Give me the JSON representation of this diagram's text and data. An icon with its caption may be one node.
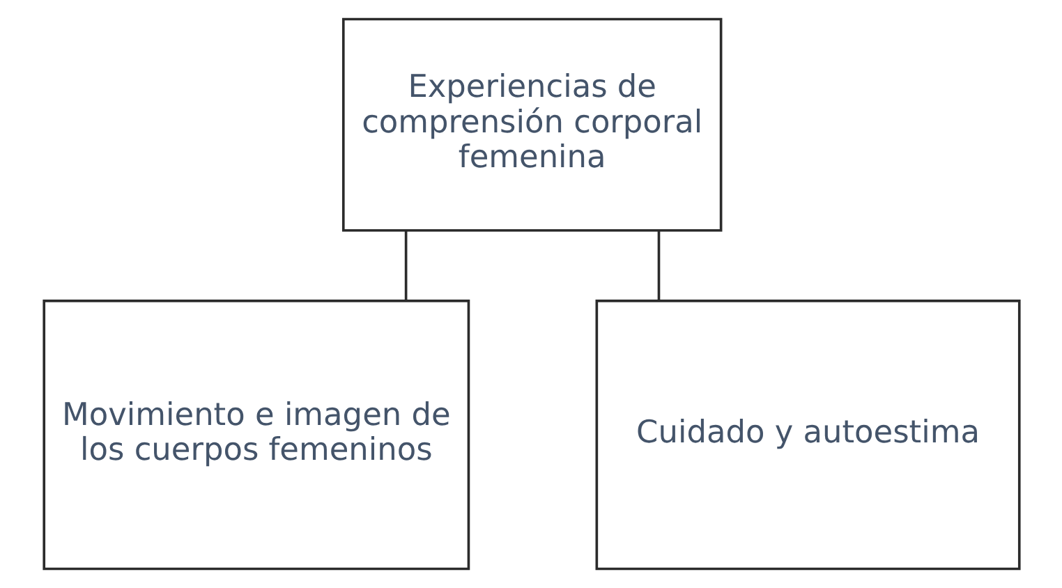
{
  "diagram": {
    "nodes": [
      {
        "text": [
          "Experiencias de comprensión corporal femenina"
        ]
      },
      {
        "text": [
          "Movimiento e imagen de los cuerpos femeninos"
        ]
      },
      {
        "text": [
          "Cuidado y autoestima"
        ]
      }
    ],
    "edges": [
      {
        "from": 0,
        "to": 1,
        "arrow": "none"
      },
      {
        "from": 0,
        "to": 2,
        "arrow": "none"
      }
    ]
  }
}
